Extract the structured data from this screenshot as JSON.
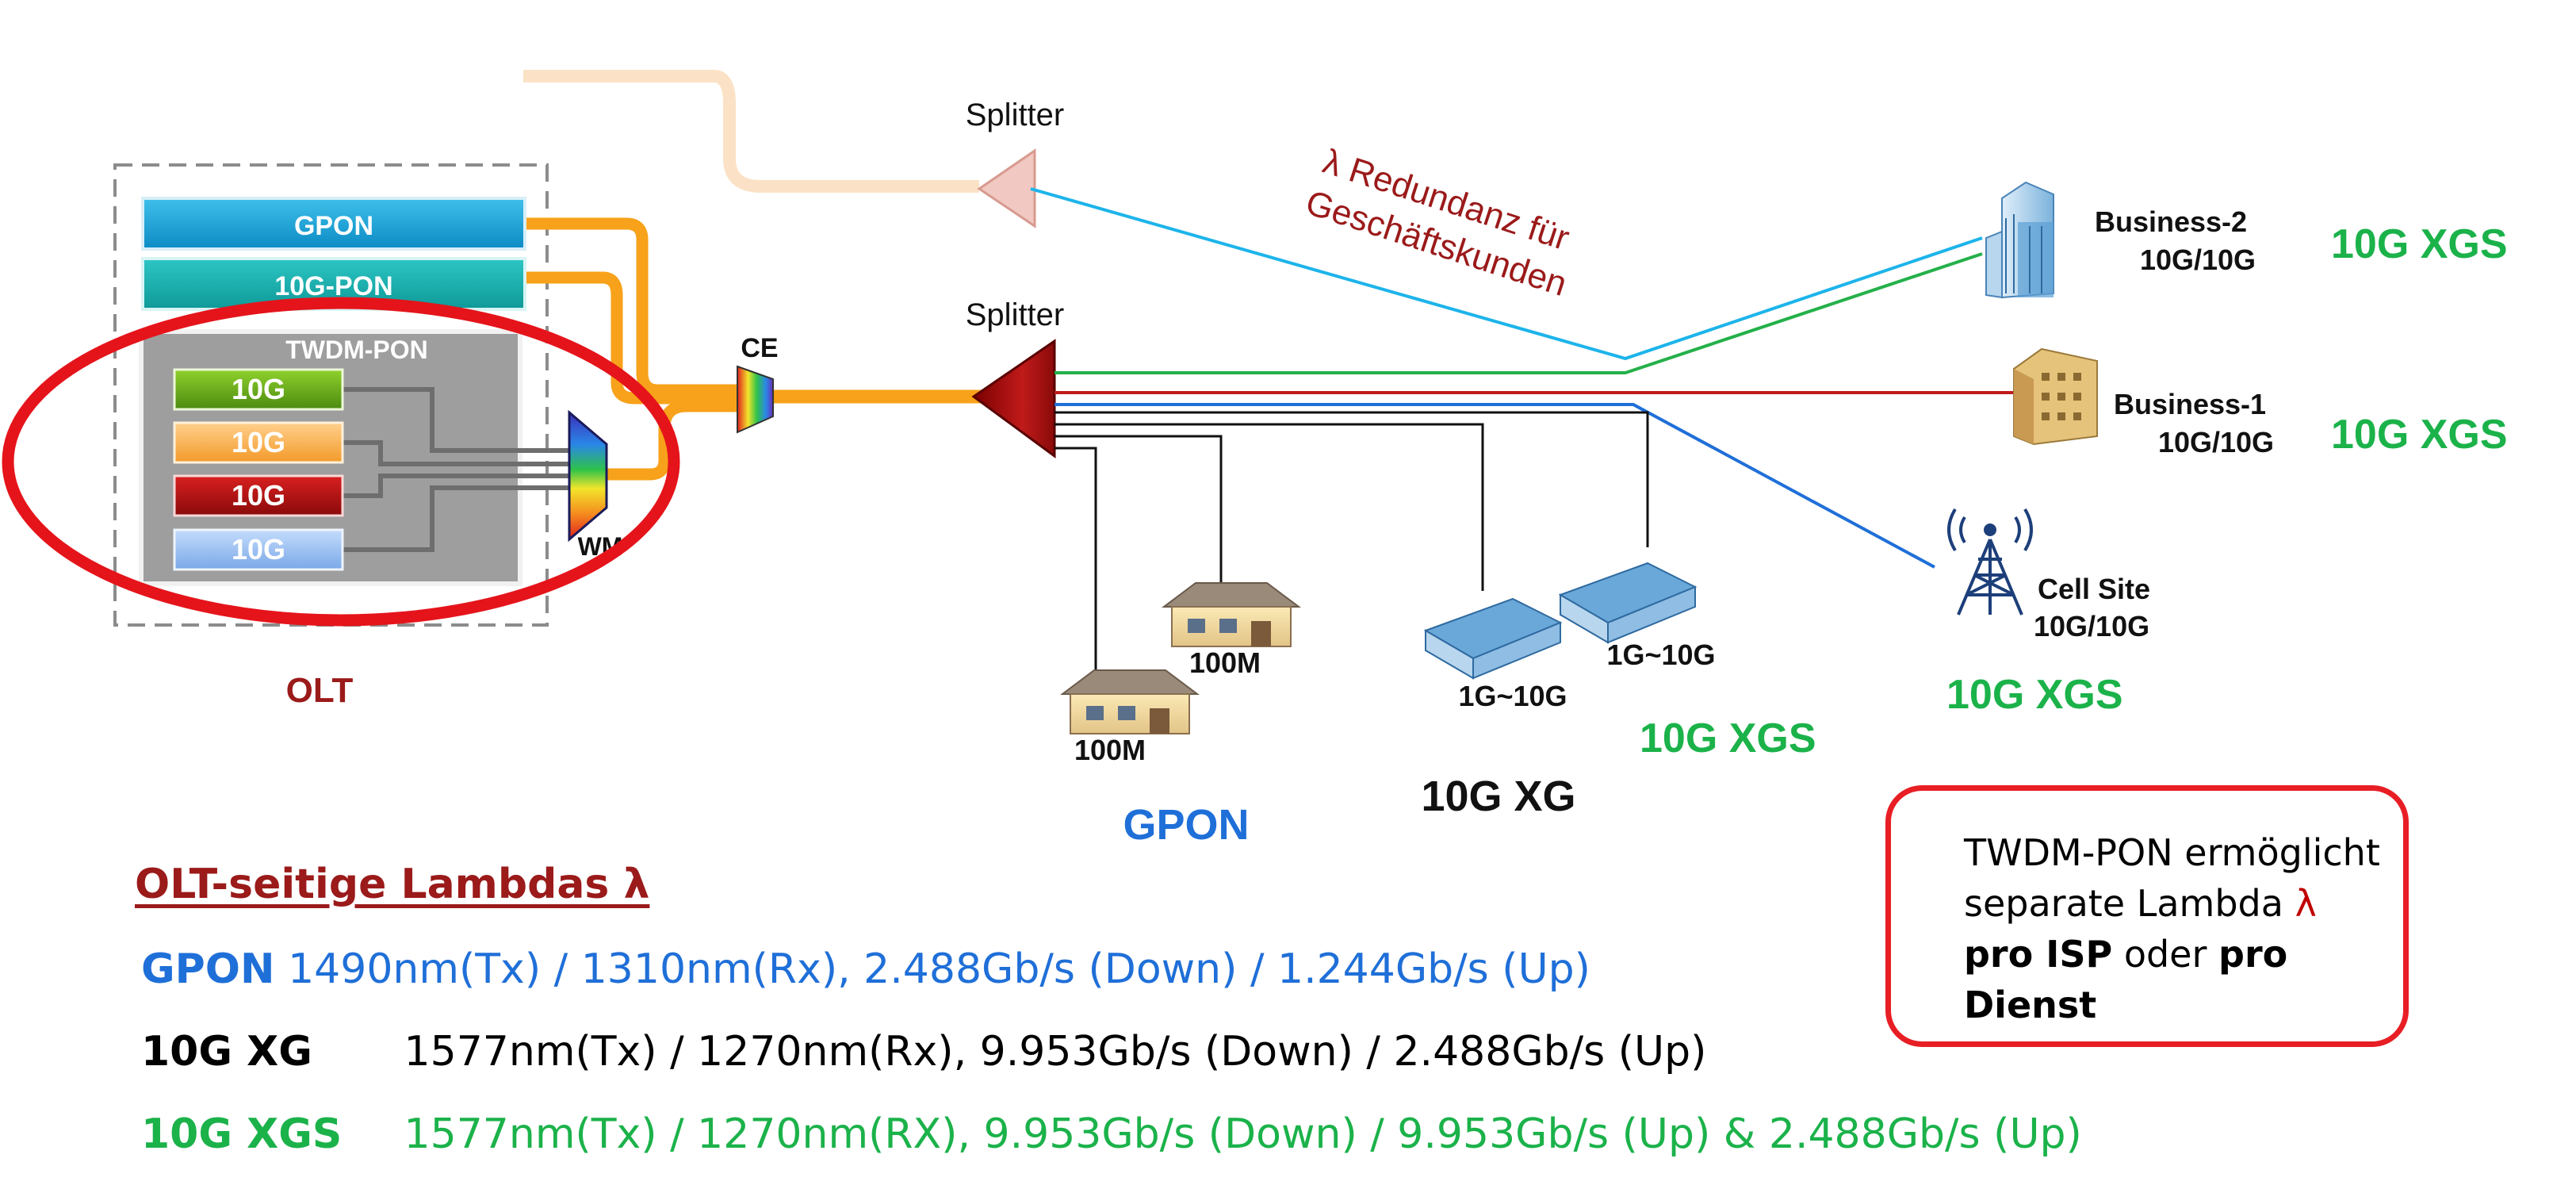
{
  "colors": {
    "orange_fiber": "#f7a21a",
    "faded_fiber": "#fbe2c6",
    "dark_red": "#9b1a1a",
    "green_xgs": "#1bb24a",
    "blue_gpon": "#1f6fd8",
    "highlight_ellipse": "#e5141b"
  },
  "olt": {
    "label": "OLT",
    "boxes": [
      "GPON",
      "10G-PON"
    ],
    "twdm_label": "TWDM-PON",
    "twdm_channels": [
      "10G",
      "10G",
      "10G",
      "10G"
    ],
    "wm_label": "WM"
  },
  "ce_label": "CE",
  "splitter_top": "Splitter",
  "splitter_main": "Splitter",
  "redundancy": {
    "line1": "λ Redundanz für",
    "line2": "Geschäftskunden"
  },
  "business2": {
    "name": "Business-2",
    "rate": "10G/10G",
    "tech": "10G XGS"
  },
  "business1": {
    "name": "Business-1",
    "rate": "10G/10G",
    "tech": "10G XGS"
  },
  "cell_site": {
    "name": "Cell Site",
    "rate": "10G/10G",
    "tech": "10G XGS"
  },
  "homes": {
    "rate_a": "100M",
    "rate_b": "100M",
    "group_label": "GPON"
  },
  "buildings": {
    "rate_a": "1G~10G",
    "rate_b": "1G~10G",
    "group_label": "10G XG",
    "xgs_label": "10G XGS"
  },
  "olt_lambdas": {
    "heading": "OLT-seitige Lambdas  λ",
    "gpon_tag": "GPON",
    "gpon_text": "1490nm(Tx) / 1310nm(Rx), 2.488Gb/s (Down) / 1.244Gb/s (Up)",
    "xg_tag": "10G XG",
    "xg_text": "1577nm(Tx) / 1270nm(Rx), 9.953Gb/s (Down) / 2.488Gb/s (Up)",
    "xgs_tag": "10G XGS",
    "xgs_text": "1577nm(Tx) / 1270nm(RX), 9.953Gb/s (Down) / 9.953Gb/s (Up) & 2.488Gb/s (Up)"
  },
  "callout": {
    "line1": "TWDM-PON ermöglicht",
    "line2_prefix": "separate Lambda ",
    "lambda": "λ",
    "isp": "pro ISP",
    "oder": " oder ",
    "dienst": "pro Dienst"
  }
}
